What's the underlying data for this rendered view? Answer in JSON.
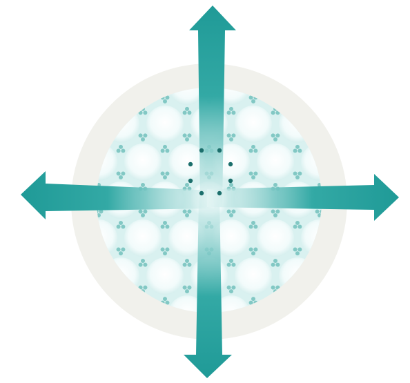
{
  "illustration": {
    "icon": "four-way-expansion-icon",
    "colors": {
      "background": "#ffffff",
      "outer_ring": "#f1f1ec",
      "disc": "#daf2f1",
      "bubble": "#f4fcfc",
      "lattice_dot": "#3aa5a1",
      "arrow": "#1f9a97",
      "arrow_light": "#e6f6f5"
    },
    "arrow_directions": [
      "up",
      "down",
      "left",
      "right"
    ]
  }
}
